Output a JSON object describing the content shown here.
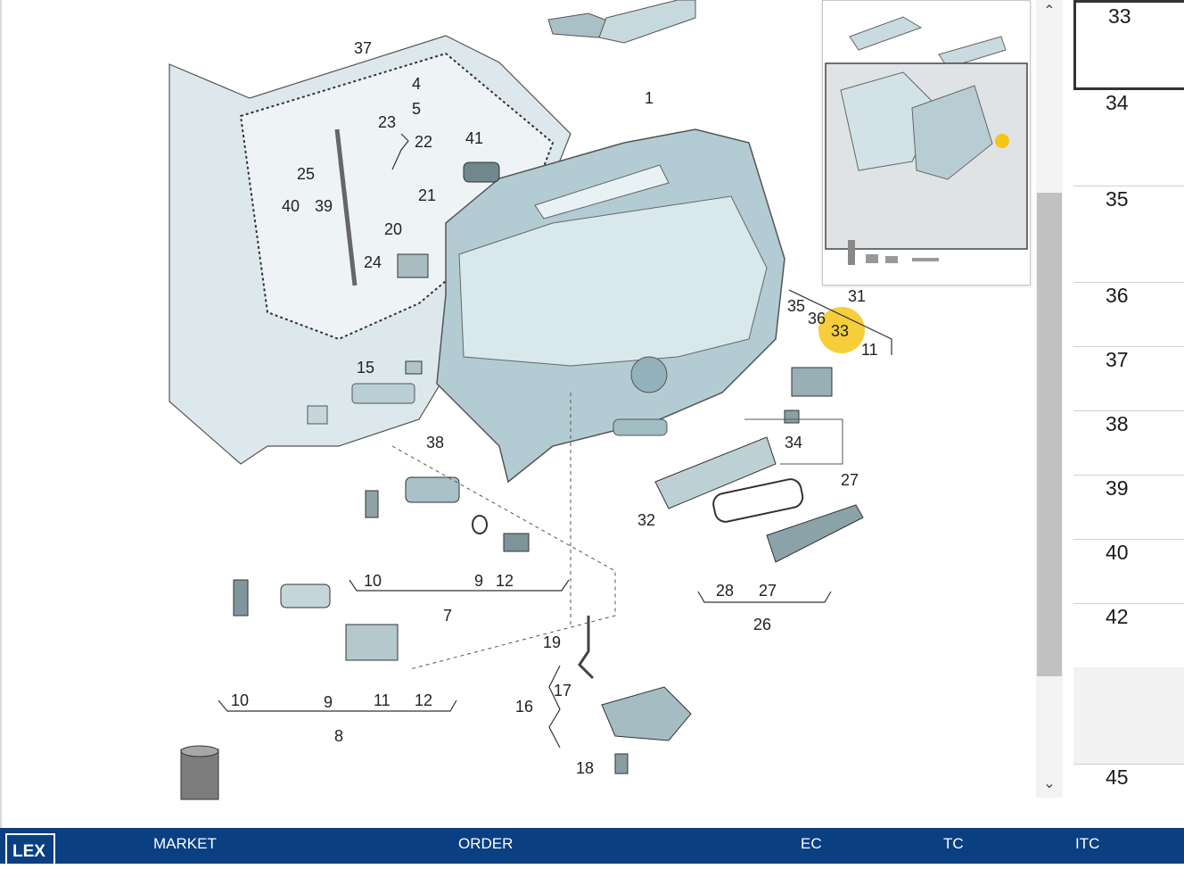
{
  "diagram": {
    "callouts": [
      "1",
      "4",
      "5",
      "23",
      "22",
      "37",
      "25",
      "41",
      "21",
      "40",
      "39",
      "20",
      "24",
      "15",
      "38",
      "35",
      "36",
      "33",
      "31",
      "11",
      "34",
      "27",
      "32",
      "28",
      "27",
      "26",
      "10",
      "9",
      "12",
      "7",
      "19",
      "17",
      "16",
      "18",
      "10",
      "9",
      "11",
      "12",
      "8"
    ]
  },
  "position_list": {
    "items": [
      {
        "number": "33",
        "selected": true
      },
      {
        "number": "34"
      },
      {
        "number": "35"
      },
      {
        "number": "36"
      },
      {
        "number": "37"
      },
      {
        "number": "38"
      },
      {
        "number": "39"
      },
      {
        "number": "40"
      },
      {
        "number": "42"
      },
      {
        "number": ""
      },
      {
        "number": "45"
      }
    ]
  },
  "scrollbar": {
    "up_icon": "chevron-up-icon",
    "down_icon": "chevron-down-icon"
  },
  "bottom_bar": {
    "logo": "LEX",
    "columns": [
      "MARKET",
      "ORDER",
      "EC",
      "TC",
      "ITC"
    ]
  },
  "colors": {
    "highlight": "#f5c518",
    "bar": "#0a3f82",
    "part_fill": "#c9dfe4"
  }
}
